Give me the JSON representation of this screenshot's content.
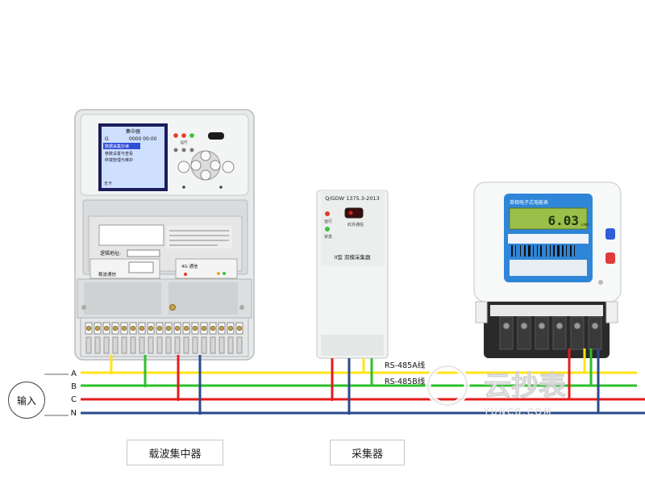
{
  "labels": {
    "input": "输入",
    "concentrator_caption": "载波集中器",
    "collector_caption": "采集器",
    "rs485a": "RS-485A线",
    "rs485b": "RS-485B线"
  },
  "phases": [
    "A",
    "B",
    "C",
    "N"
  ],
  "wire_colors": {
    "A": "#ffe31a",
    "B": "#2cc02c",
    "C": "#e41c1c",
    "N": "#2a4a8c"
  },
  "concentrator": {
    "title": "集中器",
    "signal": "G",
    "clock": "0000 00:00",
    "menu": [
      "数据采集抄读",
      "参数设置与查看",
      "终端管理与维护"
    ],
    "footer": "无卡",
    "run_label": "运行",
    "address_label": "逻辑地址:",
    "carrier_label": "载波通信",
    "module_label": "4G 通信"
  },
  "collector": {
    "standard": "Q/GDW 1375.3-2013",
    "run_label": "运行",
    "status_label": "状态",
    "ir_label": "红外通信",
    "name": "II型 双模采集器"
  },
  "meter": {
    "title": "单相电子式电能表",
    "reading": "6.03",
    "unit": "kWh"
  },
  "watermark": {
    "text": "云抄表",
    "domain": "YUNCB.COM"
  }
}
